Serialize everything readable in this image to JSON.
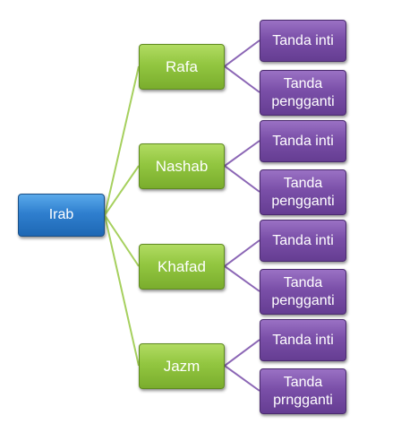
{
  "diagram": {
    "root": {
      "label": "Irab"
    },
    "branches": [
      {
        "label": "Rafa",
        "children": [
          "Tanda inti",
          "Tanda pengganti"
        ]
      },
      {
        "label": "Nashab",
        "children": [
          "Tanda inti",
          "Tanda pengganti"
        ]
      },
      {
        "label": "Khafad",
        "children": [
          "Tanda inti",
          "Tanda pengganti"
        ]
      },
      {
        "label": "Jazm",
        "children": [
          "Tanda inti",
          "Tanda prngganti"
        ]
      }
    ]
  },
  "colors": {
    "root": "#2f7fcf",
    "branch": "#92c640",
    "leaf": "#7a4fa8",
    "root_connector": "#a6d05e",
    "leaf_connector": "#8b66b5"
  }
}
